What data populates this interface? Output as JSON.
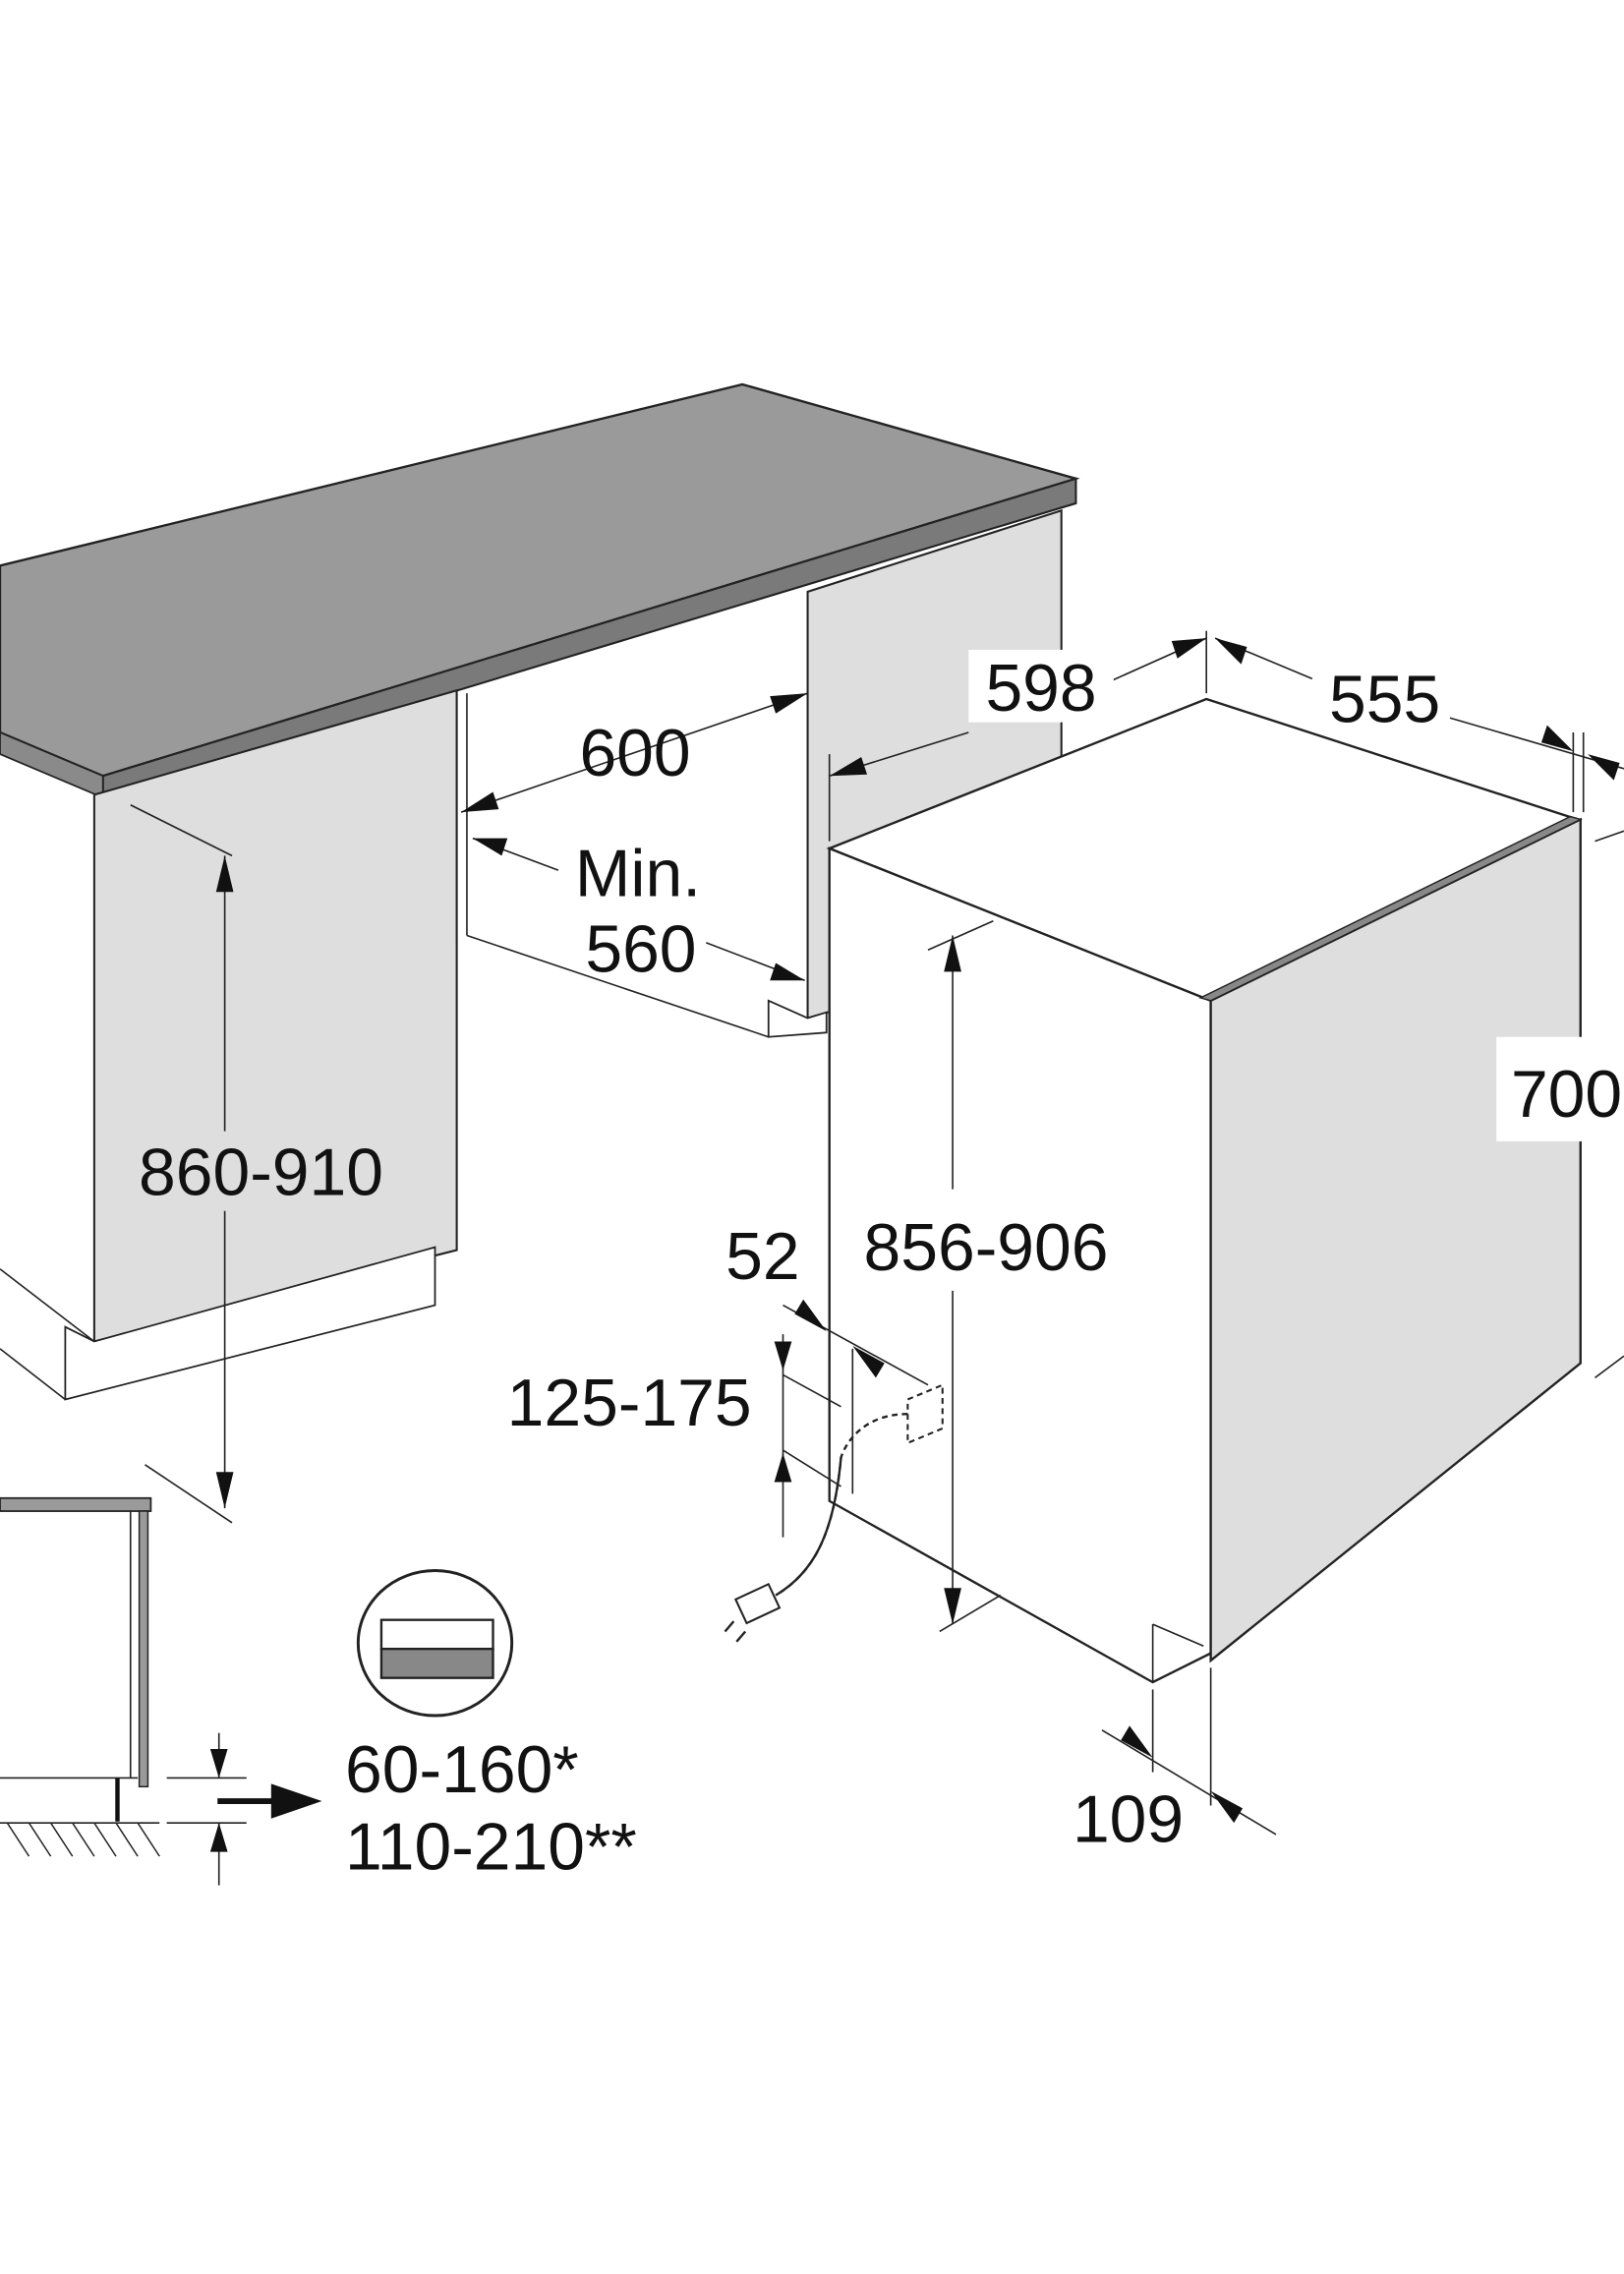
{
  "diagram": {
    "dimensions": {
      "countertop_to_dishwasher_width": "598",
      "dishwasher_depth": "555",
      "door_depth_partial": "700",
      "niche_width": "600",
      "niche_min_label": "Min.",
      "niche_min_width": "560",
      "niche_height": "860-910",
      "connection_offset": "52",
      "appliance_height": "856-906",
      "connection_height": "125-175",
      "plinth_depth": "109",
      "plinth_height_1": "60-160*",
      "plinth_height_2": "110-210**"
    },
    "colors": {
      "countertop_top": "#9a9a9a",
      "countertop_edge": "#7a7a7a",
      "panel": "#dedede",
      "line": "#222222"
    }
  }
}
